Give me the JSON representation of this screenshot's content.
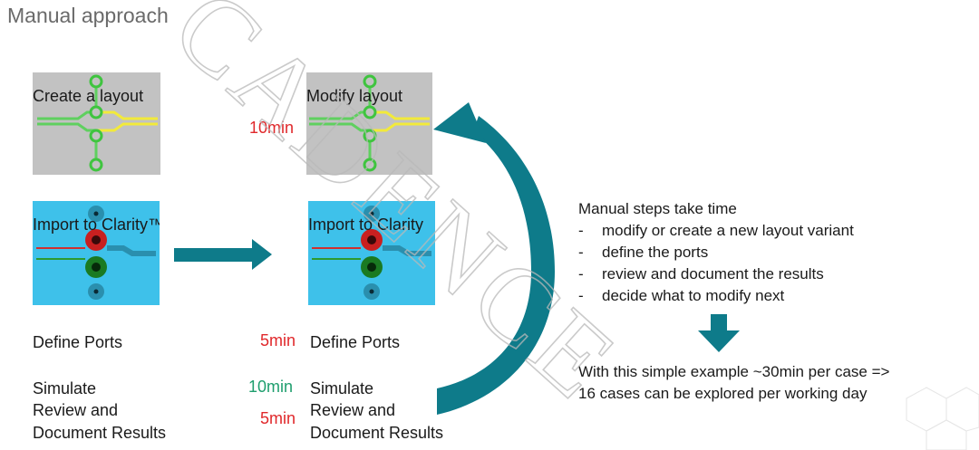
{
  "title": "Manual approach",
  "panels": {
    "create_layout": "Create a layout",
    "modify_layout": "Modify layout",
    "import_left": "Import to Clarity™",
    "import_right": "Import to Clarity"
  },
  "times": {
    "modify": "10min",
    "define_ports": "5min",
    "simulate": "10min",
    "review": "5min"
  },
  "left_steps": {
    "define_ports": "Define Ports",
    "simulate": "Simulate",
    "review": "Review and",
    "document": "Document Results"
  },
  "right_steps": {
    "define_ports": "Define Ports",
    "simulate": "Simulate",
    "review": "Review and",
    "document": "Document Results"
  },
  "manual_steps": {
    "heading": "Manual steps take time",
    "items": [
      "modify or create a new layout variant",
      "define the ports",
      "review and document the results",
      "decide what to modify next"
    ],
    "bullet": "-"
  },
  "conclusion": {
    "line1": "With this simple example ~30min per case =>",
    "line2": "16 cases can be explored per working day"
  },
  "watermark": "CADENCE",
  "colors": {
    "arrow": "#0e7b8a",
    "time_red": "#e0282b",
    "time_green": "#1f9e6e",
    "panel_gray": "#c2c2c2",
    "panel_cyan": "#3ec1ea",
    "trace_green": "#5fd05f",
    "trace_yellow": "#f2ea3a"
  }
}
